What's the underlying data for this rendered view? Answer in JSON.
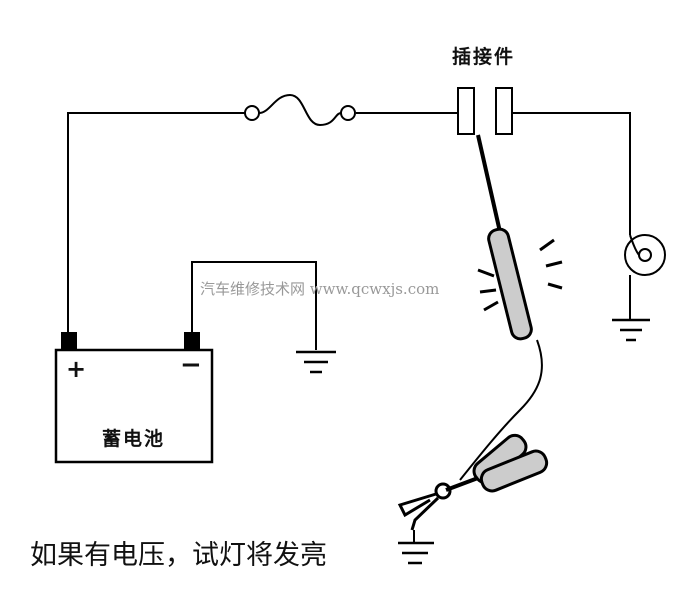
{
  "labels": {
    "connector": "插接件",
    "battery": "蓄电池",
    "plus": "+",
    "minus": "−",
    "caption": "如果有电压，试灯将发亮"
  },
  "watermark": "汽车维修技术网 www.qcwxjs.com"
}
